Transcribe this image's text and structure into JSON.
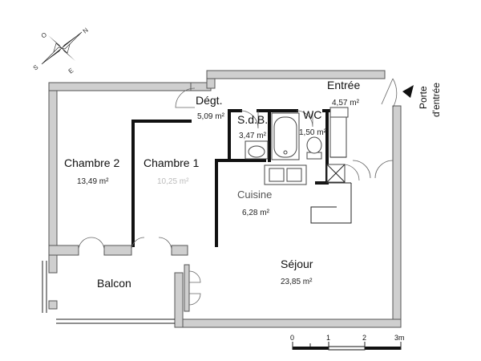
{
  "rooms": {
    "entree": {
      "name": "Entrée",
      "area": "4,57 m²"
    },
    "porte": {
      "line1": "Porte",
      "line2": "d'entrée"
    },
    "degt": {
      "name": "Dégt.",
      "area": "5,09 m²"
    },
    "sdb": {
      "name": "S.d.B.",
      "area": "3,47 m²"
    },
    "wc": {
      "name": "WC",
      "area": "1,50 m²"
    },
    "chambre2": {
      "name": "Chambre 2",
      "area": "13,49 m²"
    },
    "chambre1": {
      "name": "Chambre 1",
      "area": "10,25 m²"
    },
    "cuisine": {
      "name": "Cuisine",
      "area": "6,28 m²"
    },
    "sejour": {
      "name": "Séjour",
      "area": "23,85 m²"
    },
    "balcon": {
      "name": "Balcon"
    }
  },
  "compass": {
    "n": "N",
    "s": "S",
    "e": "E",
    "o": "O"
  },
  "scale": {
    "t0": "0",
    "t1": "1",
    "t2": "2",
    "t3": "3m"
  },
  "colors": {
    "wall": "#cfcfcf",
    "partition": "#111111"
  }
}
